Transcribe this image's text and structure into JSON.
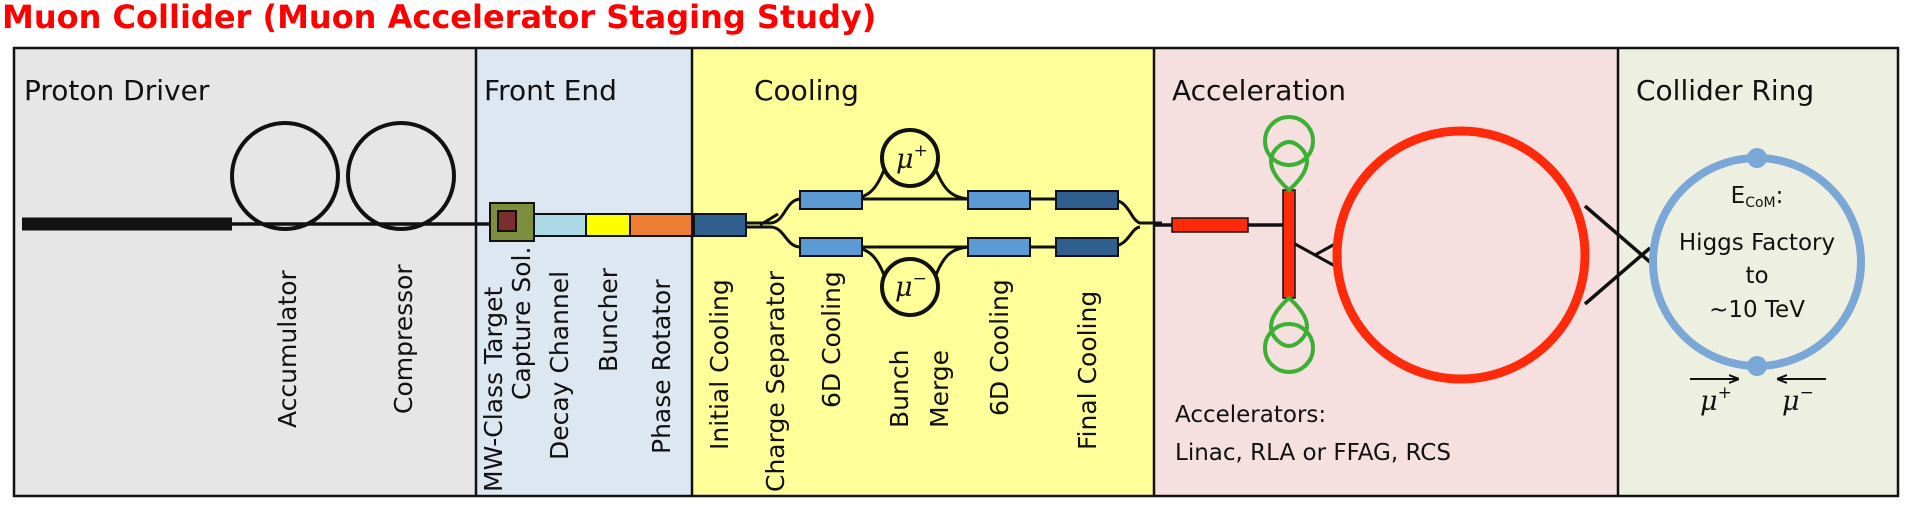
{
  "title": "Muon Collider (Muon Accelerator Staging Study)",
  "colors": {
    "title": "#ff0000",
    "proton_driver_bg": "#e6e6e6",
    "front_end_bg": "#dde7f2",
    "cooling_bg": "#ffff99",
    "acceleration_bg": "#f5dfdf",
    "collider_bg": "#edf0e0",
    "ring_red": "#ff2a0a",
    "ring_blue": "#7aa7d6",
    "loop_green": "#3cb034",
    "cooling_light": "#5a9bd5",
    "cooling_dark": "#2e5f8f",
    "target_brown": "#7a2e2e",
    "capture_green": "#7d8f3c"
  },
  "sections": {
    "proton_driver": {
      "title": "Proton Driver",
      "labels": [
        "Accumulator",
        "Compressor"
      ]
    },
    "front_end": {
      "title": "Front End",
      "target": "MW-Class Target",
      "capture": "Capture Sol.",
      "labels": [
        "Decay Channel",
        "Buncher",
        "Phase Rotator"
      ]
    },
    "cooling": {
      "title": "Cooling",
      "labels": [
        "Initial Cooling",
        "Charge Separator",
        "6D Cooling",
        "Bunch",
        "Merge",
        "6D Cooling",
        "Final Cooling"
      ],
      "mu_plus": "μ",
      "mu_plus_sup": "+",
      "mu_minus": "μ",
      "mu_minus_sup": "−"
    },
    "acceleration": {
      "title": "Acceleration",
      "accelerators_title": "Accelerators:",
      "accelerators_list": "Linac, RLA or FFAG, RCS"
    },
    "collider_ring": {
      "title": "Collider Ring",
      "energy_main": "E",
      "energy_sub": "CoM",
      "energy_colon": ":",
      "line1": "Higgs Factory",
      "line2": "to",
      "line3": "~10 TeV",
      "mu_plus": "μ",
      "mu_plus_sup": "+",
      "mu_minus": "μ",
      "mu_minus_sup": "−"
    }
  }
}
